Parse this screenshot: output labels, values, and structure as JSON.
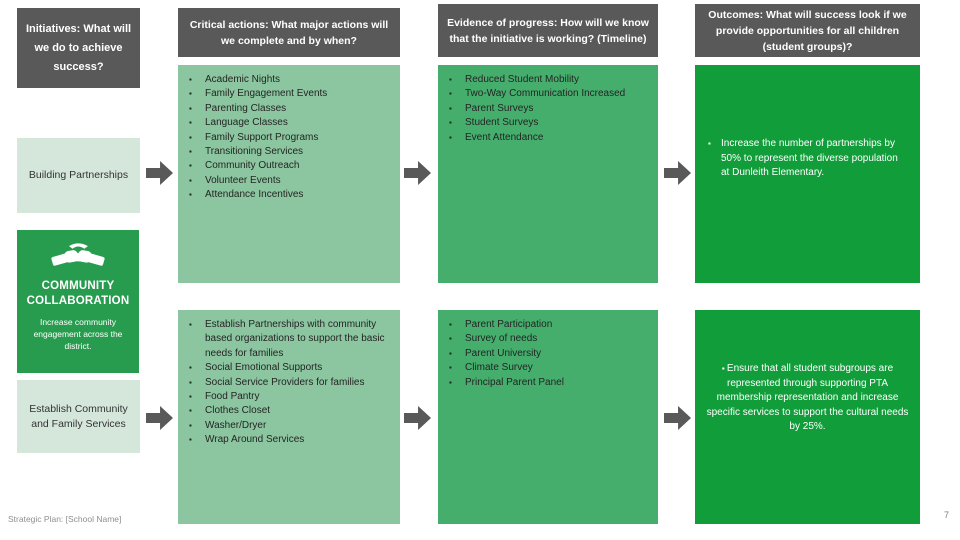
{
  "headers": {
    "initiatives": "Initiatives: What will we do to achieve success?",
    "critical_actions": "Critical actions: What major actions will we complete and by when?",
    "evidence": "Evidence of progress: How will we know that the initiative is working? (Timeline)",
    "outcomes": "Outcomes: What will success look if we provide opportunities for all children (student groups)?"
  },
  "rows": [
    {
      "initiative": "Building Partnerships",
      "actions": [
        "Academic Nights",
        "Family Engagement Events",
        "Parenting Classes",
        "Language Classes",
        "Family Support Programs",
        "Transitioning Services",
        "Community Outreach",
        "Volunteer Events",
        "Attendance Incentives"
      ],
      "evidence": [
        "Reduced Student Mobility",
        "Two-Way Communication Increased",
        "Parent Surveys",
        "Student Surveys",
        "Event Attendance"
      ],
      "outcome": "Increase the number of partnerships by 50% to represent the diverse population at Dunleith Elementary."
    },
    {
      "initiative": "Establish Community and Family Services",
      "actions": [
        "Establish Partnerships with community based organizations to support the basic needs for families",
        "Social Emotional Supports",
        "Social Service Providers for families",
        "Food Pantry",
        "Clothes Closet",
        "Washer/Dryer",
        "Wrap Around Services"
      ],
      "evidence": [
        "Parent Participation",
        "Survey of needs",
        "Parent University",
        "Climate Survey",
        "Principal Parent Panel"
      ],
      "outcome": "Ensure that all student subgroups are represented through supporting PTA membership representation and increase specific services to support the cultural needs by 25%."
    }
  ],
  "community_card": {
    "title": "COMMUNITY COLLABORATION",
    "subtitle": "Increase community engagement across the district.",
    "icon": "handshake-icon"
  },
  "footer": {
    "label": "Strategic Plan: [School Name]",
    "page_number": "7"
  },
  "colors": {
    "header_gray": "#595959",
    "initiative_light_green": "#d5e7db",
    "actions_green": "#8cc6a0",
    "evidence_green": "#45ae6d",
    "outcomes_green": "#119e3a",
    "card_green": "#279c4e",
    "arrow_gray": "#595959"
  }
}
